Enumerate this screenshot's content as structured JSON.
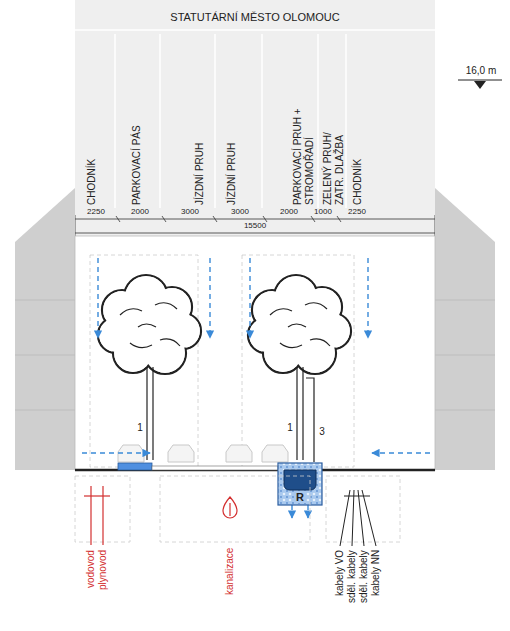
{
  "diagram": {
    "title": "STATUTÁRNÍ MĚSTO OLOMOUC",
    "labels": [
      "CHODNÍK",
      "PARKOVACÍ PÁS",
      "JÍZDNÍ PRUH",
      "JÍZDNÍ PRUH",
      "PARKOVACÍ PRUH + STROMOŘADÍ",
      "ZELENÝ PRUH/ ZATR. DLAŽBA",
      "CHODNÍK",
      "2250",
      "2000",
      "3000",
      "3000",
      "2000",
      "1000",
      "2250",
      "15500",
      "16,0 m",
      "1",
      "1",
      "3",
      "R",
      "vodovod",
      "plynovod",
      "kanalizace",
      "kabely VO",
      "sděl. kabely",
      "sděl. kabely",
      "kabely NN"
    ]
  }
}
